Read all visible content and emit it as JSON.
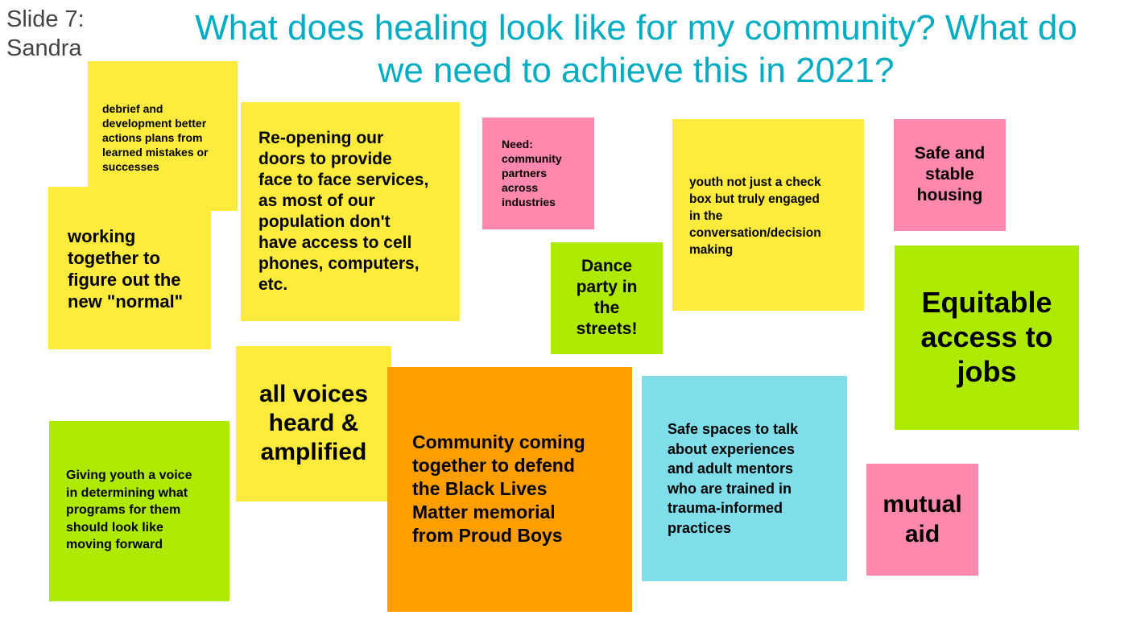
{
  "slide_label": "Slide 7:\nSandra",
  "title": "What does healing look like for my community?\nWhat do we need to achieve this in 2021?",
  "colors": {
    "title": "#00acc1",
    "yellow": "#ffeb3b",
    "pink": "#ff88ac",
    "green": "#aeea00",
    "orange": "#ff9e00",
    "blue": "#80deea"
  },
  "notes": [
    {
      "text": "debrief and\ndevelopment better\nactions plans from\nlearned mistakes or\nsuccesses",
      "color": "yellow"
    },
    {
      "text": "working\ntogether to\nfigure out the\nnew \"normal\"",
      "color": "yellow"
    },
    {
      "text": "Re-opening our\ndoors to provide\nface to face services,\nas most of our\npopulation don't\nhave access to cell\nphones, computers,\netc.",
      "color": "yellow"
    },
    {
      "text": "Need:\ncommunity\npartners\nacross\nindustries",
      "color": "pink"
    },
    {
      "text": "youth not just a check\nbox but truly engaged\nin the\nconversation/decision\nmaking",
      "color": "yellow"
    },
    {
      "text": "Safe and\nstable\nhousing",
      "color": "pink"
    },
    {
      "text": "Dance\nparty in\nthe\nstreets!",
      "color": "green"
    },
    {
      "text": "Equitable\naccess to\njobs",
      "color": "green"
    },
    {
      "text": "all voices\nheard &\namplified",
      "color": "yellow"
    },
    {
      "text": "Community coming\ntogether to defend\nthe Black Lives\nMatter memorial\nfrom Proud Boys",
      "color": "orange"
    },
    {
      "text": "Safe spaces to talk\nabout experiences\nand adult mentors\nwho are trained in\ntrauma-informed\npractices",
      "color": "blue"
    },
    {
      "text": "Giving youth a voice\nin determining what\nprograms for them\nshould look like\nmoving forward",
      "color": "green"
    },
    {
      "text": "mutual\naid",
      "color": "pink"
    }
  ]
}
